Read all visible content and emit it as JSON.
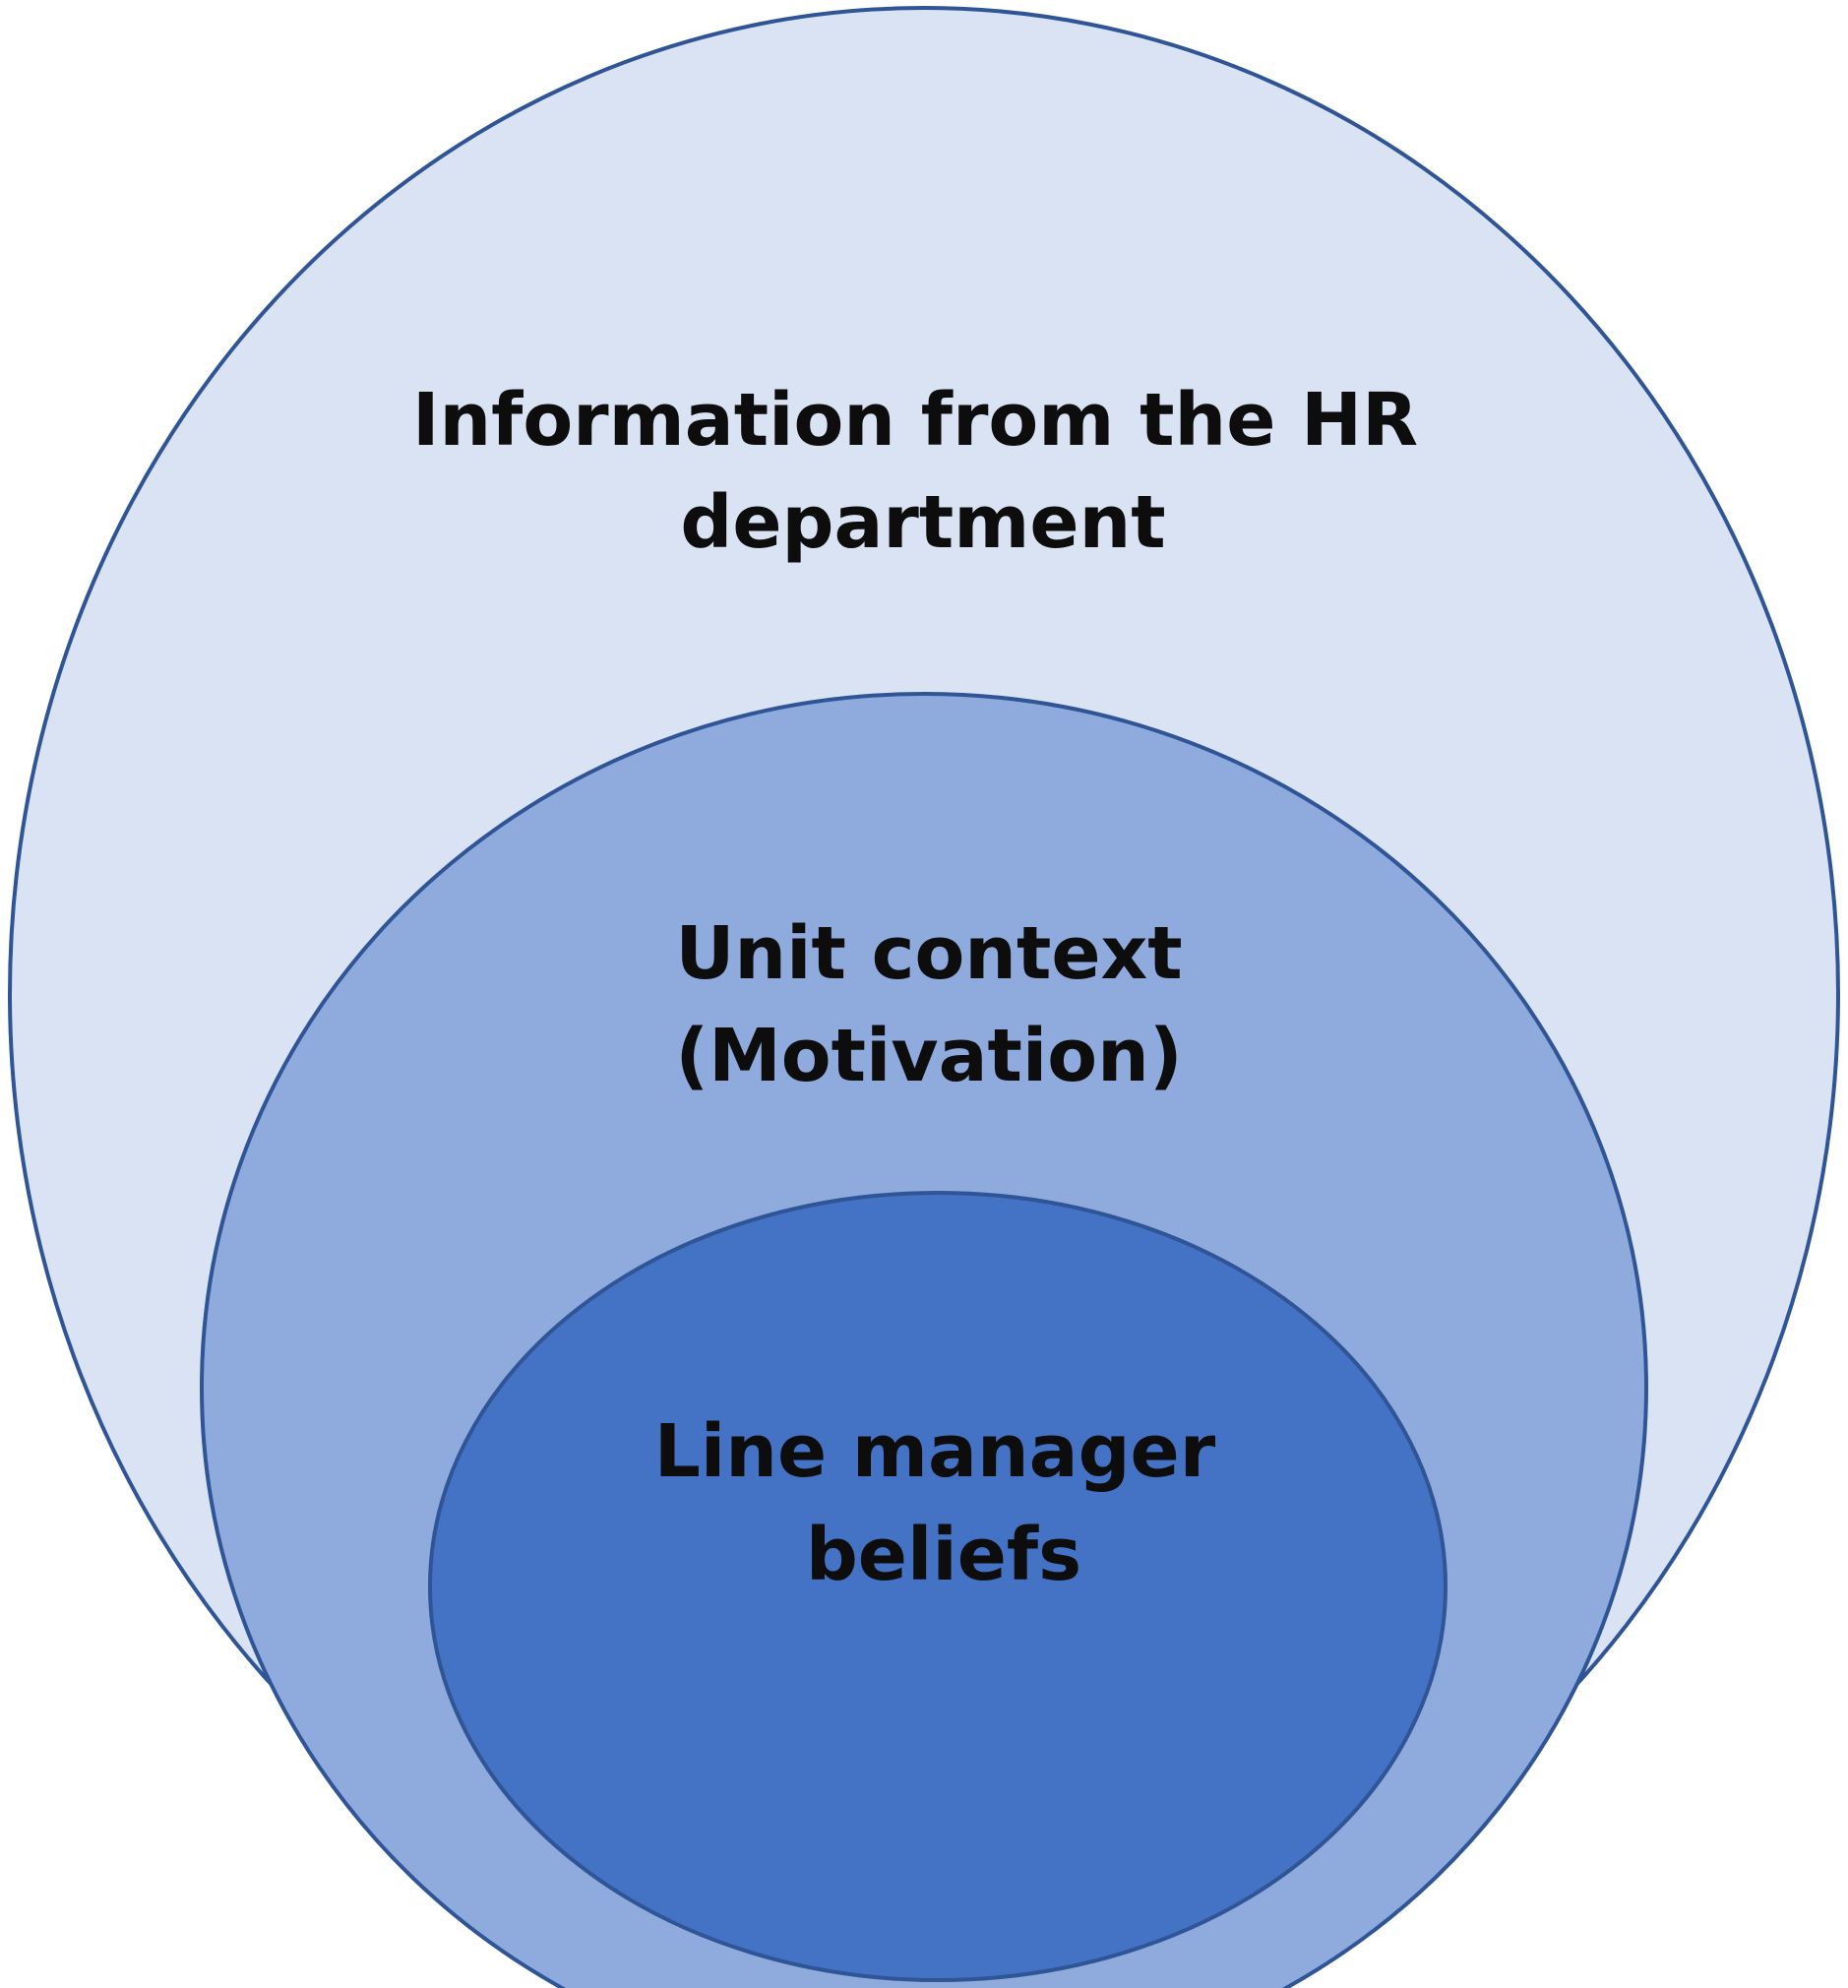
{
  "colors": {
    "outer_fill": "#dae3f3",
    "middle_fill": "#8faadc",
    "inner_fill": "#4472c4",
    "stroke": "#2f5597",
    "text": "#0d0d0d"
  },
  "layers": {
    "outer": {
      "line1": "Information from the HR",
      "line2": "department"
    },
    "middle": {
      "line1": "Unit context",
      "line2": "(Motivation)"
    },
    "inner": {
      "line1": "Line manager",
      "line2": "beliefs"
    }
  }
}
